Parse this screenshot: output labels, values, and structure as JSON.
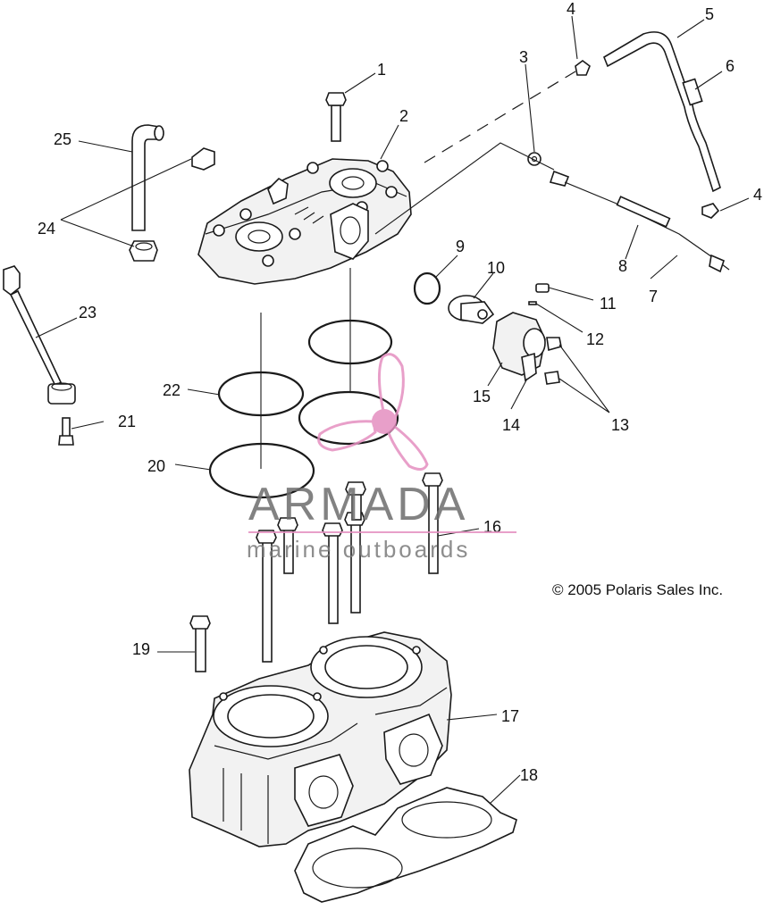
{
  "callouts": {
    "c1": "1",
    "c2": "2",
    "c3": "3",
    "c4a": "4",
    "c4b": "4",
    "c5": "5",
    "c6": "6",
    "c7": "7",
    "c8": "8",
    "c9": "9",
    "c10": "10",
    "c11": "11",
    "c12": "12",
    "c13": "13",
    "c14": "14",
    "c15": "15",
    "c16": "16",
    "c17": "17",
    "c18": "18",
    "c19": "19",
    "c20": "20",
    "c21": "21",
    "c22": "22",
    "c23": "23",
    "c24": "24",
    "c25": "25"
  },
  "watermark": {
    "title": "ARMADA",
    "subtitle": "marine outboards",
    "accent_color": "#e58fc0"
  },
  "copyright": "© 2005 Polaris Sales Inc."
}
